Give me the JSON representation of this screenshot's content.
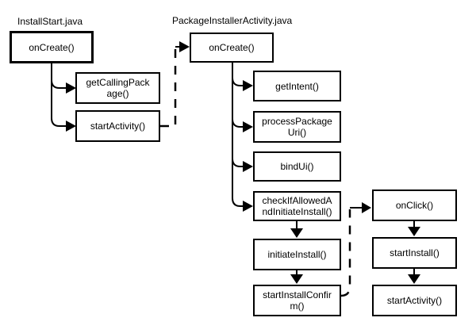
{
  "diagram": {
    "file_labels": {
      "install_start": "InstallStart.java",
      "package_installer_activity": "PackageInstallerActivity.java"
    },
    "nodes": {
      "install_oncreate": {
        "label": "onCreate()"
      },
      "getcallingpackage": {
        "label": "getCallingPack\nage()"
      },
      "install_startactivity": {
        "label": "startActivity()"
      },
      "pia_oncreate": {
        "label": "onCreate()"
      },
      "getintent": {
        "label": "getIntent()"
      },
      "processpackageuri": {
        "label": "processPackage\nUri()"
      },
      "bindui": {
        "label": "bindUi()"
      },
      "checkifallowed": {
        "label": "checkIfAllowedA\nndInitiateInstall()"
      },
      "initiateinstall": {
        "label": "initiateInstall()"
      },
      "startinstallconfirm": {
        "label": "startInstallConfir\nm()"
      },
      "onclick": {
        "label": "onClick()"
      },
      "startinstall": {
        "label": "startInstall()"
      },
      "dialog_startactivity": {
        "label": "startActivity()"
      }
    },
    "colors": {
      "stroke": "#000000",
      "box_fill": "#ffffff",
      "background": "#ffffff"
    }
  }
}
